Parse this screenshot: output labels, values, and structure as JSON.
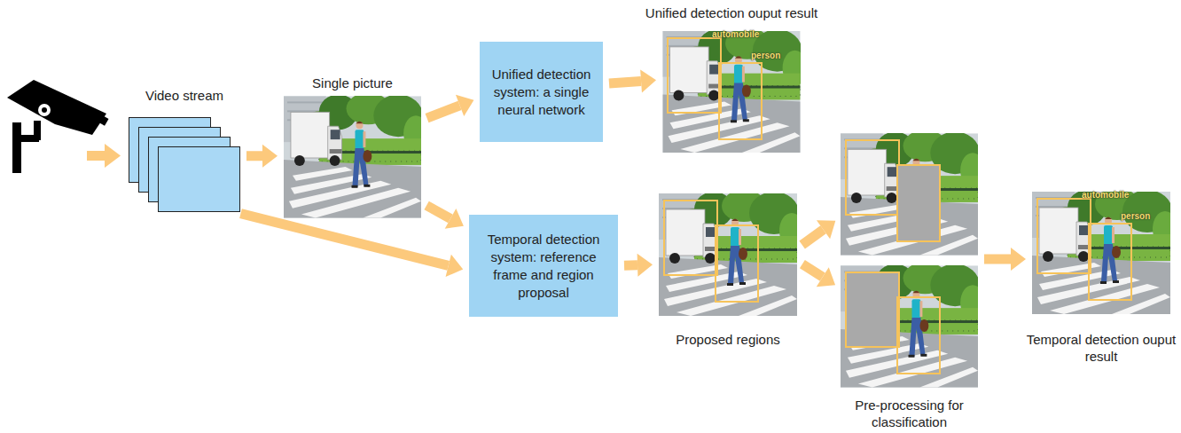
{
  "diagram": {
    "nodes": [
      {
        "text": [
          "Video stream"
        ]
      },
      {
        "text": [
          "Single picture"
        ]
      },
      {
        "text": [
          "Unified detection system: a single neural network"
        ]
      },
      {
        "text": [
          "Temporal detection system: reference frame and region proposal"
        ]
      },
      {
        "text": [
          "Unified detection ouput result",
          "automobile",
          "person"
        ]
      },
      {
        "text": [
          "Proposed regions"
        ]
      },
      {
        "text": [
          "Pre-processing for classification"
        ]
      },
      {
        "text": [
          "Temporal detection ouput result",
          "automobile",
          "person"
        ]
      }
    ],
    "edges": [
      {
        "from": 0,
        "to": 1,
        "arrow": "to"
      },
      {
        "from": 1,
        "to": 2,
        "arrow": "to"
      },
      {
        "from": 1,
        "to": 3,
        "arrow": "to"
      },
      {
        "from": 0,
        "to": 3,
        "arrow": "to"
      },
      {
        "from": 2,
        "to": 4,
        "arrow": "to"
      },
      {
        "from": 3,
        "to": 5,
        "arrow": "to"
      },
      {
        "from": 5,
        "to": 6,
        "arrow": "to"
      },
      {
        "from": 5,
        "to": 6,
        "arrow": "to"
      },
      {
        "from": 6,
        "to": 7,
        "arrow": "to"
      }
    ]
  }
}
